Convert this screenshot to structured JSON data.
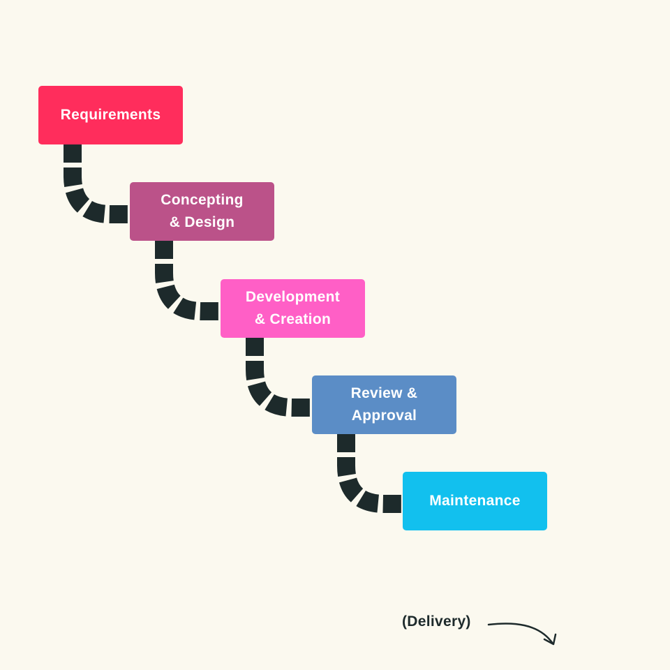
{
  "colors": {
    "background": "#fbf9ef",
    "connector": "#1d2a2b"
  },
  "steps": [
    {
      "lines": [
        "Requirements"
      ],
      "color": "#ff2d5c"
    },
    {
      "lines": [
        "Concepting",
        "& Design"
      ],
      "color": "#bb5289"
    },
    {
      "lines": [
        "Development",
        "& Creation"
      ],
      "color": "#ff5fc6"
    },
    {
      "lines": [
        "Review &",
        "Approval"
      ],
      "color": "#5b8dc6"
    },
    {
      "lines": [
        "Maintenance"
      ],
      "color": "#12c0ee"
    }
  ],
  "delivery": {
    "label": "(Delivery)"
  }
}
